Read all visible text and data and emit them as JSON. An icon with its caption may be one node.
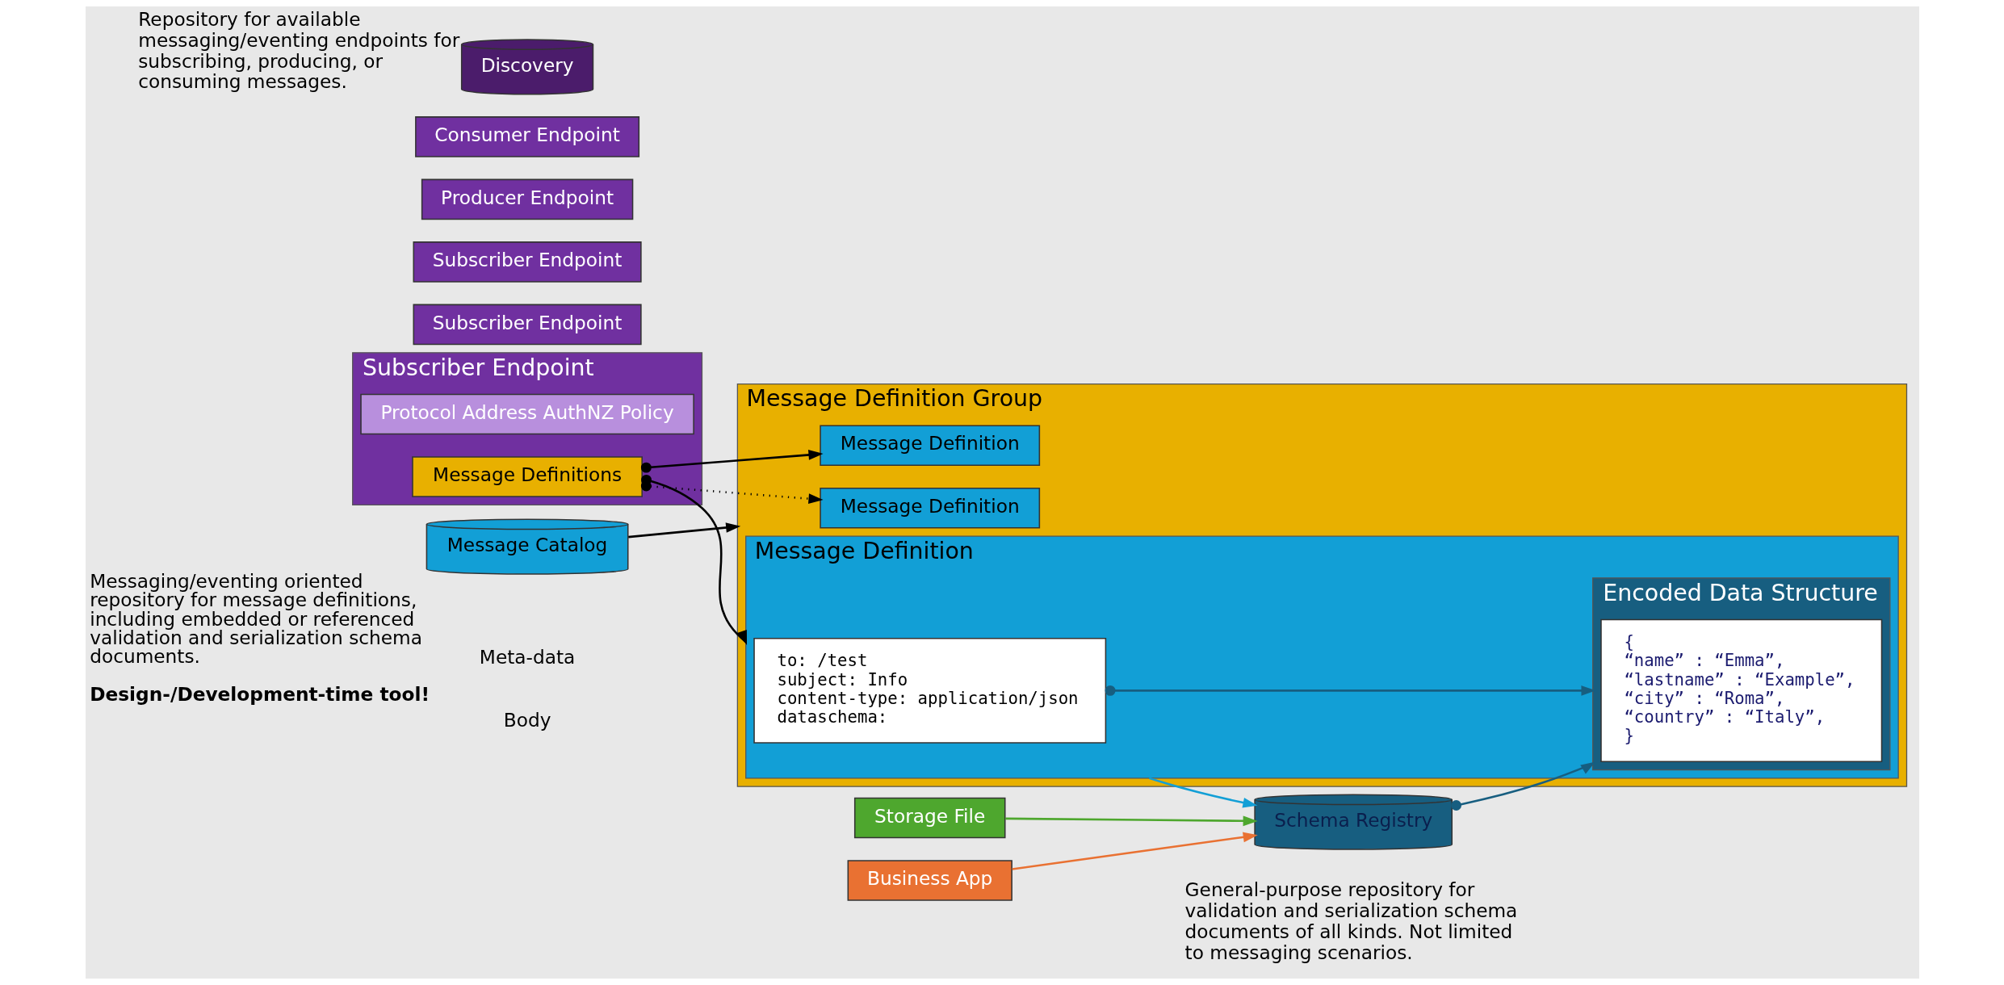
{
  "diagram": {
    "nodes": [
      {
        "text": [
          "Subscriber Endpoint"
        ]
      },
      {
        "text": [
          "Protocol Address AuthNZ Policy"
        ],
        "in": 0
      },
      {
        "text": [
          "Message Definitions"
        ],
        "in": 0
      },
      {
        "text": [
          "Subscriber Endpoint"
        ]
      },
      {
        "text": [
          "Subscriber Endpoint"
        ]
      },
      {
        "text": [
          "Producer Endpoint"
        ]
      },
      {
        "text": [
          "Consumer Endpoint"
        ]
      },
      {
        "text": [
          "Discovery"
        ],
        "beside": [
          "Repository for available messaging/eventing endpoints for subscribing, producing, or consuming messages."
        ]
      },
      {
        "text": [
          "Message Definition Group"
        ]
      },
      {
        "text": [
          "Message Definition"
        ],
        "in": 8
      },
      {
        "text": [
          "Message Definition"
        ],
        "in": 8
      },
      {
        "text": [
          "to: /test",
          "subject: Info",
          "content-type: application/json",
          "dataschema:"
        ],
        "in": 10
      },
      {
        "text": [
          "Encoded Data Structure"
        ],
        "in": 10
      },
      {
        "text": [
          "{",
          "“name” : “Emma”,",
          "“lastname” : “Example”,",
          "“city” : “Roma”,",
          "“country” : “Italy”,",
          "}"
        ],
        "in": 12
      },
      {
        "text": [
          "Message Definition"
        ],
        "in": 8
      },
      {
        "text": [
          "Storage File"
        ]
      },
      {
        "text": [
          "Business App"
        ]
      },
      {
        "text": [
          "Message Catalog"
        ],
        "beside": [
          "Messaging/eventing oriented repository for message definitions, including embedded or referenced validation and serialization schema documents.",
          "Design-/Development-time tool!"
        ]
      },
      {
        "text": [
          "Schema Registry"
        ],
        "beside": [
          "General-purpose repository for validation and serialization schema documents of all kinds. Not limited to messaging scenarios."
        ]
      }
    ],
    "edges": [
      {
        "from": 2,
        "to": 9,
        "arrow": "to",
        "style": "dashed"
      },
      {
        "from": 2,
        "to": 10,
        "arrow": "to"
      },
      {
        "from": 2,
        "to": 14,
        "arrow": "to"
      },
      {
        "from": 11,
        "to": 12,
        "arrow": "to",
        "color": "#175e80"
      },
      {
        "from": 18,
        "to": 12,
        "arrow": "to",
        "color": "#175e80"
      },
      {
        "from": 10,
        "to": 18,
        "arrow": "to",
        "color": "#129fd6"
      },
      {
        "from": 15,
        "to": 18,
        "arrow": "to",
        "color": "#4ea72e"
      },
      {
        "from": 16,
        "to": 18,
        "arrow": "to",
        "color": "#e97132"
      },
      {
        "from": 17,
        "to": 8,
        "arrow": "to"
      }
    ],
    "labels": [
      "Meta-data",
      "Body"
    ]
  }
}
